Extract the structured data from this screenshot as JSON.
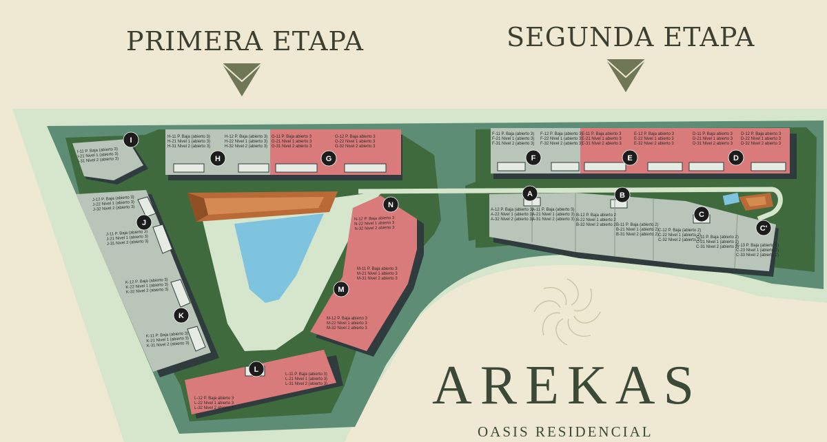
{
  "stages": {
    "first": "PRIMERA ETAPA",
    "second": "SEGUNDA ETAPA"
  },
  "brand": {
    "name": "AREKAS",
    "tagline": "OASIS RESIDENCIAL"
  },
  "colors": {
    "park": "#3f6a3d",
    "border": "#5d8d74",
    "path": "#d6e6cc",
    "lake": "#7fc4de",
    "sold": "#d97b7a",
    "available": "#b8c5b8",
    "badge": "#1c1c1c",
    "title": "#3d3f30",
    "marker": "#6f7756"
  },
  "blocks": [
    {
      "id": "I",
      "lines": [
        "I-11 P. Baja (abierto 3)",
        "I-21 Nivel 1 (abierto 3)",
        "I-31 Nivel 2 (abierto 3)"
      ]
    },
    {
      "id": "H",
      "lines": [
        "H-11 P. Baja (abierto 3)",
        "H-21 Nivel 1 (abierto 3)",
        "H-31 Nivel 2 (abierto 3)",
        "H-12 P. Baja (abierto 3)",
        "H-22 Nivel 1 (abierto 3)",
        "H-32 Nivel 2 (abierto 3)"
      ]
    },
    {
      "id": "G",
      "lines": [
        "G-11 P. Baja abierto 3",
        "G-21 Nivel 1 abierto 3",
        "G-31 Nivel 2 abierto 3",
        "G-12 P. Baja abierto 3",
        "G-22 Nivel 1 abierto 3",
        "G-32 Nivel 2 abierto 3"
      ]
    },
    {
      "id": "J",
      "lines": [
        "J-12 P. Baja (abierto 3)",
        "J-22 Nivel 1 (abierto 3)",
        "J-32 Nivel 2 (abierto 3)",
        "J-11 P. Baja (abierto 3)",
        "J-21 Nivel 1 (abierto 3)",
        "J-31 Nivel 2 (abierto 3)"
      ]
    },
    {
      "id": "K",
      "lines": [
        "K-12 P. Baja (abierto 3)",
        "K-22 Nivel 1 (abierto 3)",
        "K-32 Nivel 2 (abierto 3)",
        "K-11 P. Baja (abierto 3)",
        "K-21 Nivel 1 (abierto 3)",
        "K-31 Nivel 2 (abierto 3)"
      ]
    },
    {
      "id": "N",
      "lines": [
        "N-12 P. Baja abierto 3",
        "N-22 Nivel 1 abierto 3",
        "N-32 Nivel 2 abierto 3"
      ]
    },
    {
      "id": "M",
      "lines": [
        "M-11 P. Baja abierto 3",
        "M-21 Nivel 1 abierto 3",
        "M-31 Nivel 2 abierto 3",
        "M-12 P. Baja abierto 3",
        "M-22 Nivel 1 abierto 3",
        "M-32 Nivel 2 abierto 3"
      ]
    },
    {
      "id": "L",
      "lines": [
        "L-11 P. Baja (abierto 3)",
        "L-21 Nivel 1 (abierto 3)",
        "L-31 Nivel 2 (abierto 3)",
        "L-12 P. Baja abierto 3",
        "L-22 Nivel 1 abierto 3",
        "L-32 Nivel 2 abierto 3"
      ]
    },
    {
      "id": "F",
      "lines": [
        "F-11 P. Baja (abierto 3)",
        "F-21 Nivel 1 (abierto 3)",
        "F-31 Nivel 2 (abierto 3)",
        "F-12 P. Baja (abierto 3)",
        "F-22 Nivel 1 (abierto 3)",
        "F-32 Nivel 2 (abierto 3)"
      ]
    },
    {
      "id": "E",
      "lines": [
        "E-11 P. Baja abierto 3",
        "E-21 Nivel 1 abierto 3",
        "E-31 Nivel 2 abierto 3",
        "E-12 P. Baja abierto 3",
        "E-22 Nivel 1 abierto 3",
        "E-32 Nivel 2 abierto 3"
      ]
    },
    {
      "id": "D",
      "lines": [
        "D-11 P. Baja abierto 3",
        "D-21 Nivel 1 abierto 3",
        "D-31 Nivel 2 abierto 3",
        "D-12 P. Baja abierto 3",
        "D-22 Nivel 1 abierto 3",
        "D-32 Nivel 2 abierto 3"
      ]
    },
    {
      "id": "A",
      "lines": [
        "A-12 P. Baja (abierto 3)",
        "A-22 Nivel 1 (abierto 3)",
        "A-32 Nivel 2 (abierto 3)",
        "A-11 P. Baja (abierto 3)",
        "A-21 Nivel 1 (abierto 3)",
        "A-31 Nivel 2 (abierto 3)"
      ]
    },
    {
      "id": "B",
      "lines": [
        "B-12 P. Baja abierto 2",
        "B-22 Nivel 1 abierto 2",
        "B-32 Nivel 2 abierto 2",
        "B-11 P. Baja (abierto 2)",
        "B-21 Nivel 1 (abierto 2)",
        "B-31 Nivel 2 (abierto 2)"
      ]
    },
    {
      "id": "C",
      "lines": [
        "C-12 P. Baja (abierto 2)",
        "C-22 Nivel 1 (abierto 2)",
        "C-32 Nivel 2 (abierto 2)",
        "C-11 P. Baja (abierto 2)",
        "C-21 Nivel 1 (abierto 2)",
        "C-31 Nivel 2 (abierto 2)"
      ]
    },
    {
      "id": "C'",
      "lines": [
        "C-13 P. Baja (abierto 2)",
        "C-23 Nivel 1 (abierto 2)",
        "C-33 Nivel 2 (abierto 2)"
      ]
    }
  ]
}
